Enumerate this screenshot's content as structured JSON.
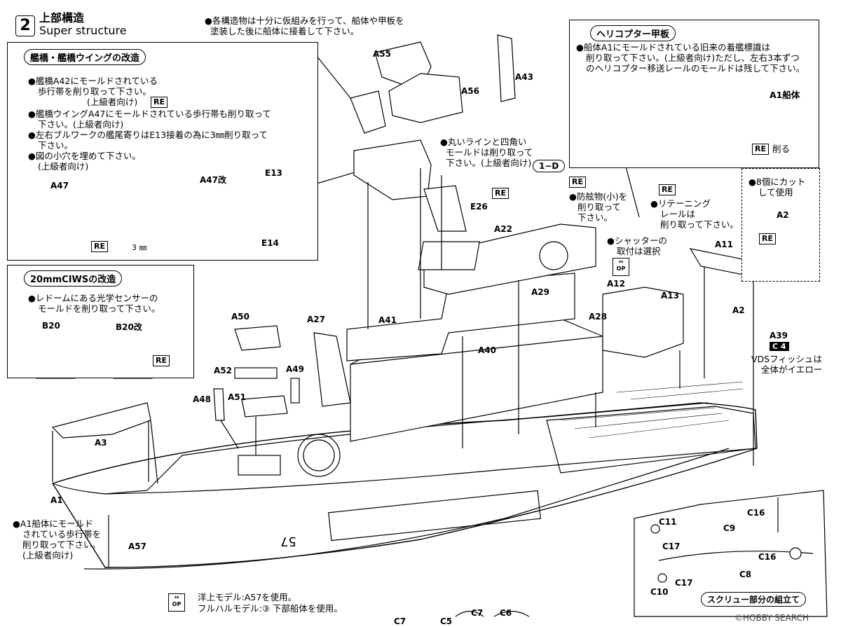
{
  "section": {
    "number": "2",
    "title_jp": "上部構造",
    "title_en": "Super structure",
    "note_line1": "●各構造物は十分に仮組みを行って、船体や甲板を",
    "note_line2": "塗装した後に船体に接着して下さい。"
  },
  "bridge_box": {
    "title": "艦橋・艦橋ウイングの改造",
    "item1_line1": "●艦橋A42にモールドされている",
    "item1_line2": "歩行帯を削り取って下さい。",
    "item1_line3": "(上級者向け)",
    "item2_line1": "●艦橋ウイングA47にモールドされている歩行帯も削り取って",
    "item2_line2": "下さい。(上級者向け)",
    "item3_line1": "●左右ブルワークの艦尾寄りはE13接着の為に3㎜削り取って",
    "item3_line2": "下さい。",
    "item4": "●図の小穴を埋めて下さい。",
    "item4_note": "(上級者向け)",
    "label_a47": "A47",
    "label_a47_mod": "A47改",
    "label_e13": "E13",
    "label_e14": "E14",
    "dim_3mm": "3 ㎜"
  },
  "ciws_box": {
    "title": "20mmCIWSの改造",
    "line1": "●レドームにある光学センサーの",
    "line2": "モールドを削り取って下さい。",
    "label_b20": "B20",
    "label_b20_mod": "B20改"
  },
  "heli_box": {
    "title": "ヘリコプター甲板",
    "line1": "●船体A1にモールドされている旧来の着艦標識は",
    "line2": "削り取って下さい。(上級者向け)ただし、左右3本ずつ",
    "line3": "のヘリコプター移送レールのモールドは残して下さい。",
    "label_a1": "A1船体",
    "remove": "削る"
  },
  "cut_box": {
    "line1": "●8個にカット",
    "line2": "して使用",
    "label_a2": "A2"
  },
  "re": "RE",
  "op_top": "⇔",
  "op_bottom": "OP",
  "c4": "C 4",
  "notes": {
    "round_line1": "●丸いラインと四角い",
    "round_line2": "モールドは削り取って",
    "round_line3": "下さい。(上級者向け)",
    "fender_line1": "●防舷物(小)を",
    "fender_line2": "削り取って",
    "fender_line3": "下さい。",
    "rail_line1": "●リテーニング",
    "rail_line2": "レールは",
    "rail_line3": "削り取って下さい。",
    "shutter_line1": "●シャッターの",
    "shutter_line2": "取付は選択",
    "vds_line1": "VDSフィッシュは",
    "vds_line2": "全体がイエロー",
    "hull_line1": "●A1船体にモールド",
    "hull_line2": "されている歩行帯を",
    "hull_line3": "削り取って下さい。",
    "hull_line4": "(上級者向け)",
    "model_line1": "洋上モデル:A57を使用。",
    "model_line2": "フルハルモデル:③ 下部船体を使用。",
    "screw_title": "スクリュー部分の組立て",
    "hull_number": "57",
    "callout_1d": "1−D",
    "watermark": "©HOBBY SEARCH"
  },
  "part_labels": [
    "A55",
    "A43",
    "A56",
    "E26",
    "A22",
    "A12",
    "A13",
    "A29",
    "A28",
    "A41",
    "A40",
    "A27",
    "A50",
    "A52",
    "A49",
    "A51",
    "A48",
    "A3",
    "A1",
    "A57",
    "A11",
    "A2",
    "A39",
    "C11",
    "C9",
    "C16",
    "C17",
    "C16",
    "C17",
    "C8",
    "C10",
    "C7",
    "C5",
    "C7",
    "C6"
  ]
}
